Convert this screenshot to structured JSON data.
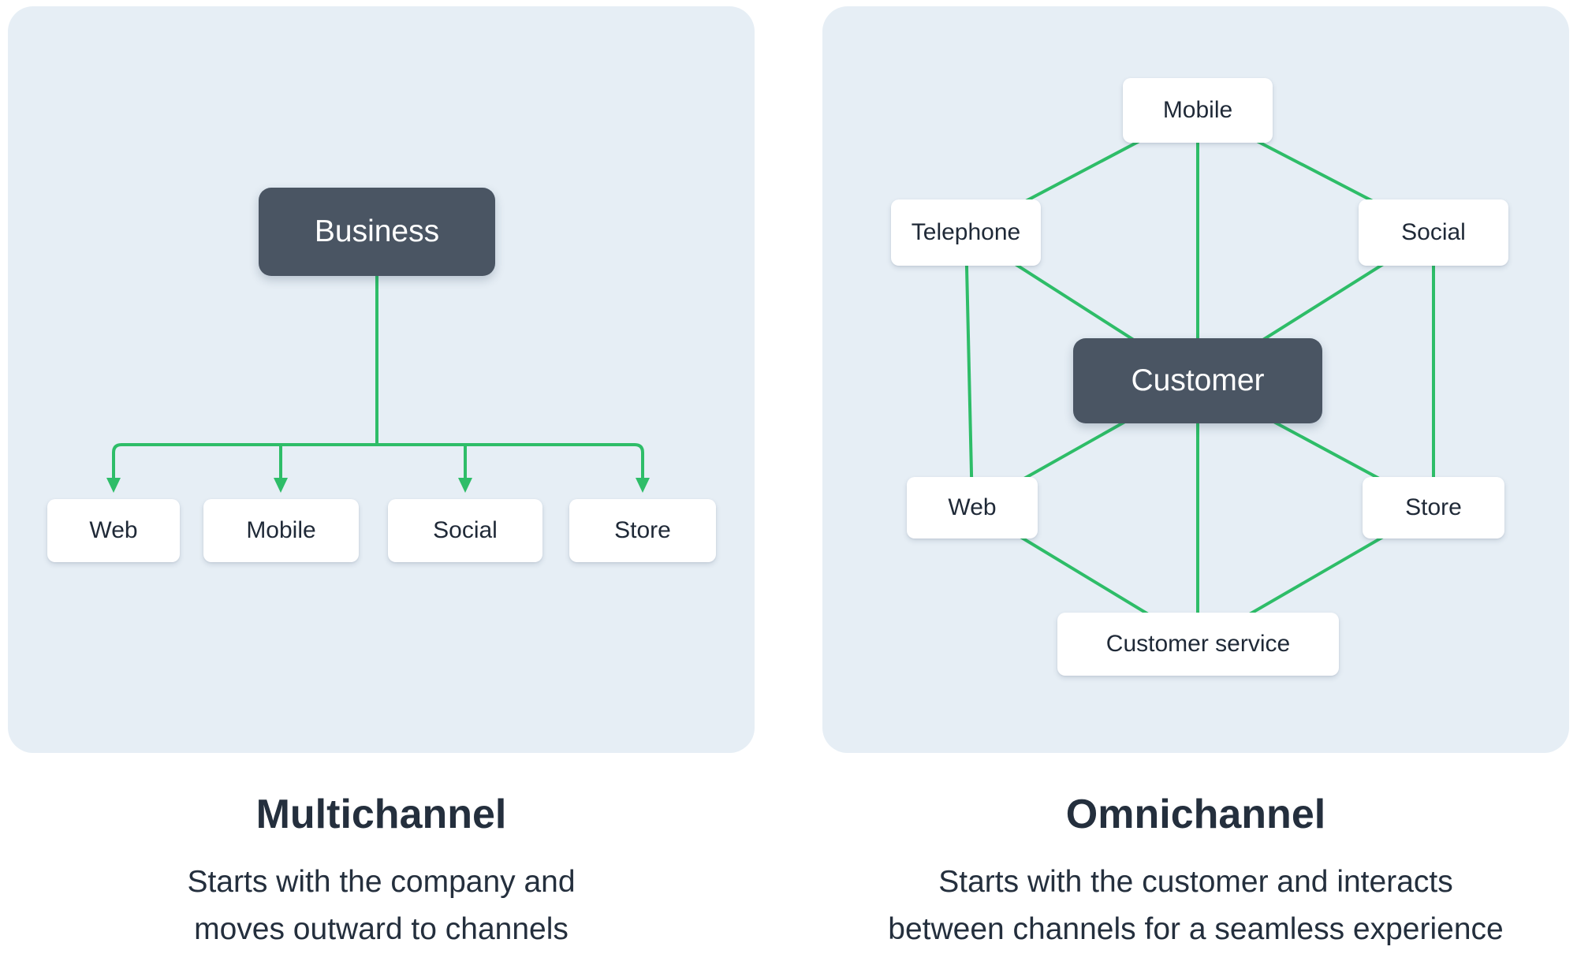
{
  "colors": {
    "page_bg": "#ffffff",
    "panel_bg": "#e6eef5",
    "connector_green": "#2ebd68",
    "dark_node_bg": "#4a5563",
    "dark_node_text": "#ffffff",
    "node_bg": "#ffffff",
    "node_text": "#1f2937",
    "heading_text": "#242f3d"
  },
  "multichannel": {
    "title": "Multichannel",
    "description_lines": [
      "Starts with the company and",
      "moves outward to channels"
    ],
    "root": "Business",
    "channels": [
      "Web",
      "Mobile",
      "Social",
      "Store"
    ]
  },
  "omnichannel": {
    "title": "Omnichannel",
    "description_lines": [
      "Starts with the customer and interacts",
      "between channels for a seamless experience"
    ],
    "hub": "Customer",
    "spokes": [
      "Mobile",
      "Telephone",
      "Social",
      "Web",
      "Store",
      "Customer service"
    ]
  }
}
